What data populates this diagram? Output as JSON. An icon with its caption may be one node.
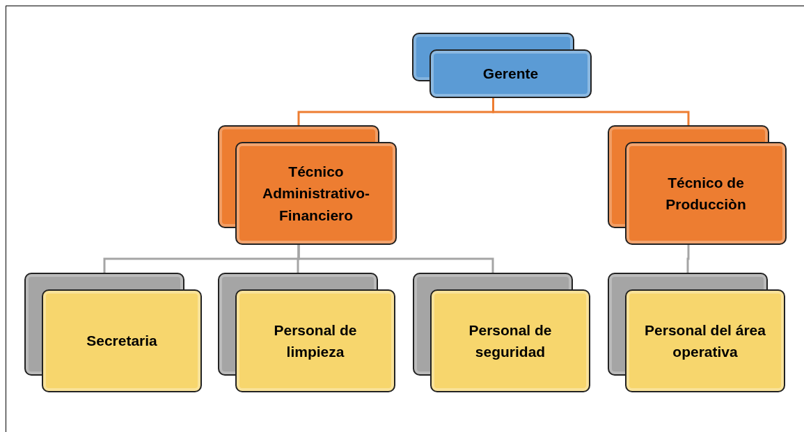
{
  "diagram": {
    "nodes": [
      {
        "text": [
          "Gerente"
        ]
      },
      {
        "text": [
          "Técnico Administrativo-Financiero"
        ]
      },
      {
        "text": [
          "Técnico de Producciòn"
        ]
      },
      {
        "text": [
          "Secretaria"
        ]
      },
      {
        "text": [
          "Personal de limpieza"
        ]
      },
      {
        "text": [
          "Personal de seguridad"
        ]
      },
      {
        "text": [
          "Personal del área operativa"
        ]
      }
    ],
    "edges": [
      {
        "from": 0,
        "to": 1,
        "arrow": "none",
        "color": "#ed7d31"
      },
      {
        "from": 0,
        "to": 2,
        "arrow": "none",
        "color": "#ed7d31"
      },
      {
        "from": 1,
        "to": 3,
        "arrow": "none"
      },
      {
        "from": 1,
        "to": 4,
        "arrow": "none"
      },
      {
        "from": 1,
        "to": 5,
        "arrow": "none"
      },
      {
        "from": 2,
        "to": 6,
        "arrow": "none"
      }
    ]
  }
}
